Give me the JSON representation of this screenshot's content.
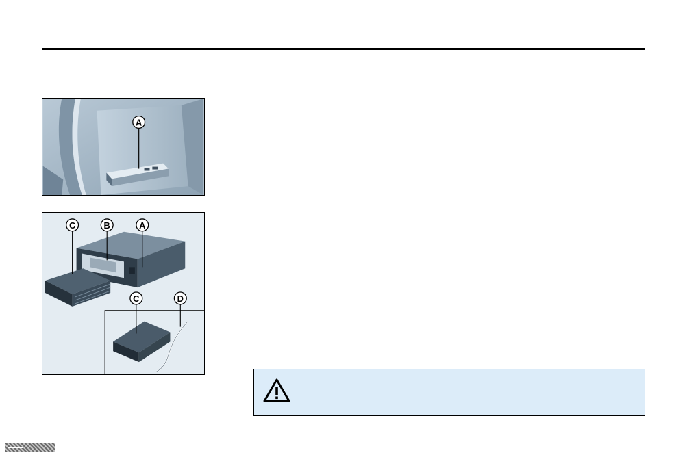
{
  "page": {
    "background_color": "#ffffff",
    "rule_color": "#000000"
  },
  "figures": [
    {
      "name": "trunk-side-panel-photo",
      "callouts": [
        "A"
      ]
    },
    {
      "name": "cd-changer-assembly-photo",
      "callouts": [
        "C",
        "B",
        "A",
        "C",
        "D"
      ]
    }
  ],
  "warning": {
    "icon": "warning-triangle-icon",
    "background_color": "#dcecf9",
    "text": ""
  },
  "footer": {
    "tab_icon": "hatched-page-tab"
  }
}
